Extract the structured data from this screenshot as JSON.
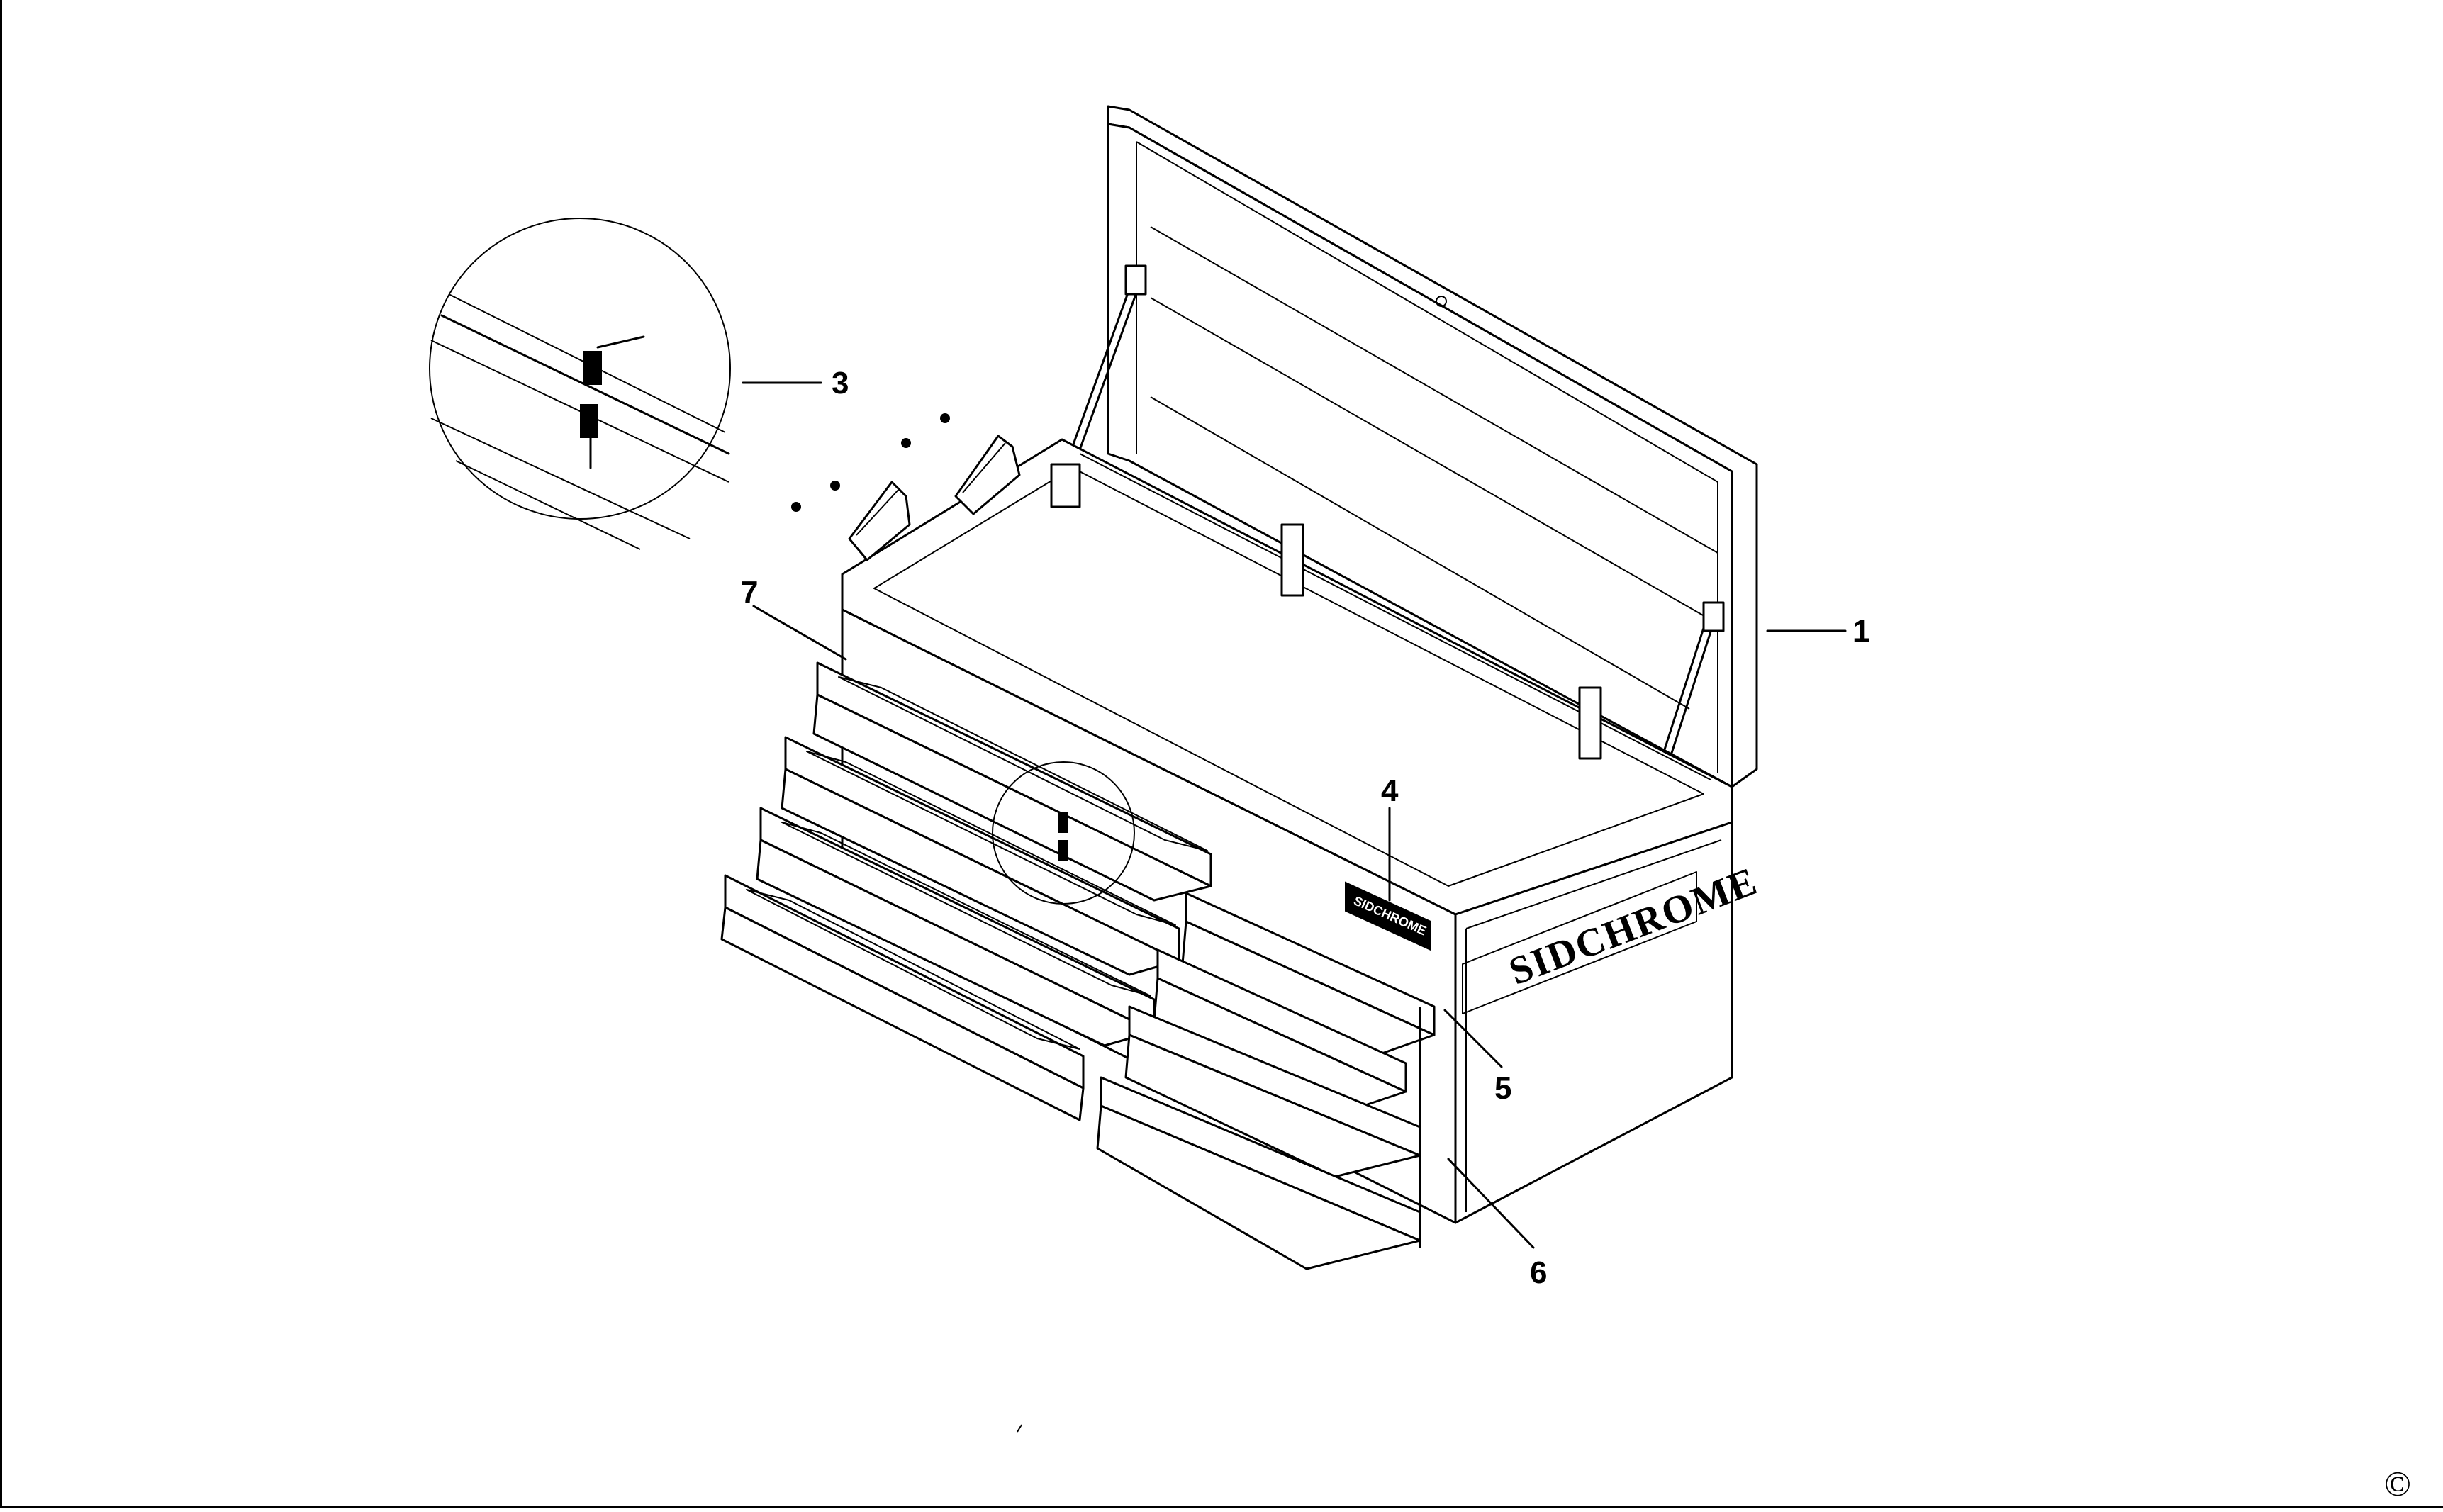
{
  "diagram": {
    "brand_text": "SIDCHROME",
    "badge_text": "SIDCHROME",
    "copyright_symbol": "©",
    "callouts": [
      {
        "id": "1",
        "label": "1"
      },
      {
        "id": "3",
        "label": "3"
      },
      {
        "id": "4",
        "label": "4"
      },
      {
        "id": "5",
        "label": "5"
      },
      {
        "id": "6",
        "label": "6"
      },
      {
        "id": "7",
        "label": "7"
      }
    ]
  }
}
